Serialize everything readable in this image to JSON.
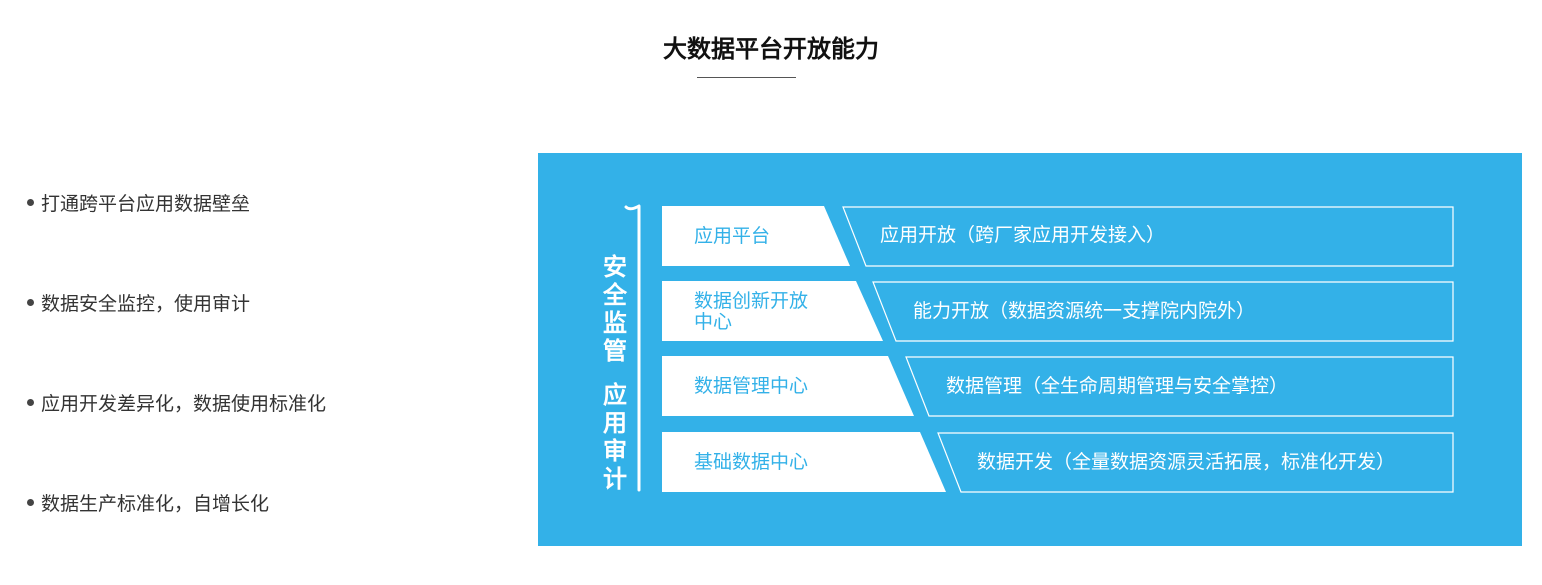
{
  "title": "大数据平台开放能力",
  "features": [
    "打通跨平台应用数据壁垒",
    "数据安全监控，使用审计",
    "应用开发差异化，数据使用标准化",
    "数据生产标准化，自增长化"
  ],
  "side_labels": {
    "security": "安全监管",
    "audit": "应用审计"
  },
  "layers": [
    {
      "name": "应用平台",
      "capability": "应用开放（跨厂家应用开发接入）"
    },
    {
      "name": "数据创新开放中心",
      "capability": "能力开放（数据资源统一支撑院内院外）"
    },
    {
      "name": "数据管理中心",
      "capability": "数据管理（全生命周期管理与安全掌控）"
    },
    {
      "name": "基础数据中心",
      "capability": "数据开发（全量数据资源灵活拓展，标准化开发）"
    }
  ],
  "colors": {
    "panel": "#33b1e8",
    "layer_box": "#ffffff",
    "layer_text": "#33b1e8",
    "capability_text": "#ffffff"
  },
  "icons": [
    "upward-arrow-icon",
    "bullet-dot-icon"
  ]
}
